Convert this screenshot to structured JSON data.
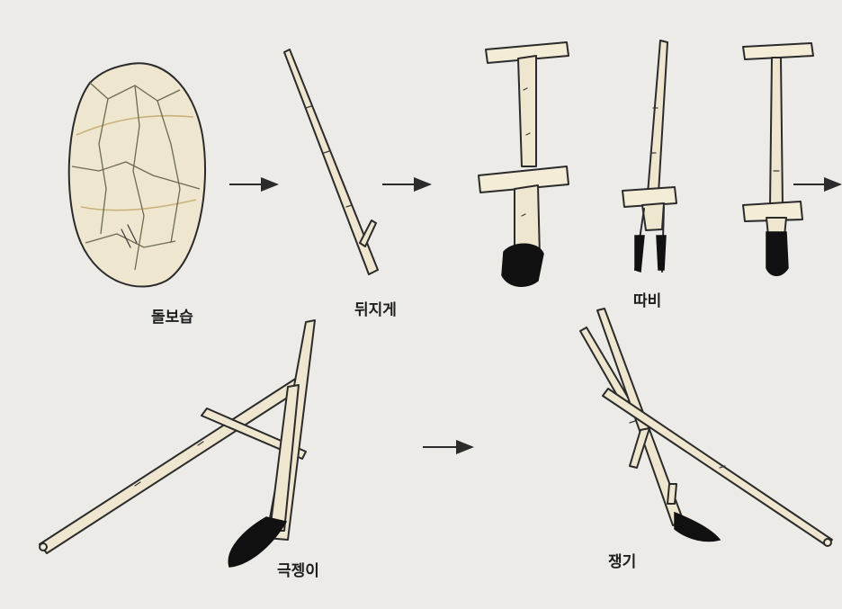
{
  "labels": {
    "stone_tool": "돌보습",
    "digging_stick": "뒤지게",
    "ttabi": "따비",
    "geukjaengi": "극젱이",
    "plow": "쟁기"
  }
}
